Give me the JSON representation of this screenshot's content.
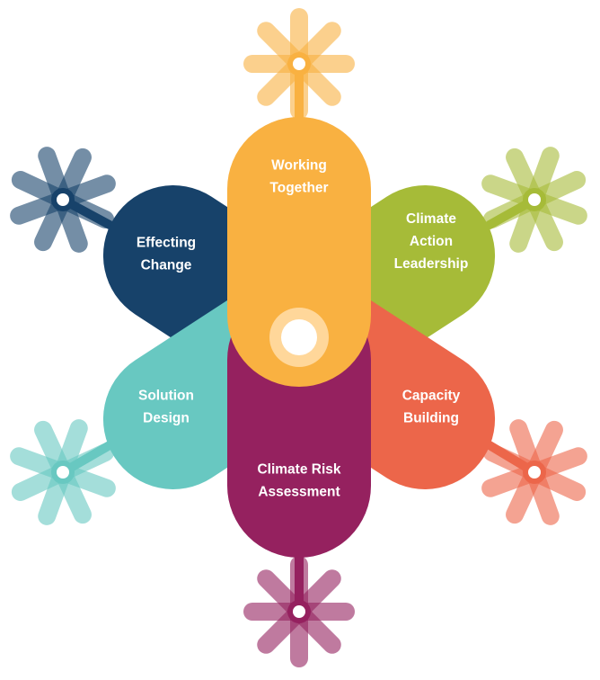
{
  "diagram": {
    "center_node_color": "#FFFFFF",
    "center_ring_color": "#FFD79A",
    "petals": [
      {
        "key": "working",
        "label_lines": [
          "Working",
          "Together"
        ],
        "color": "#F9B141",
        "icon": "asterisk-burst-icon"
      },
      {
        "key": "climate",
        "label_lines": [
          "Climate",
          "Action",
          "Leadership"
        ],
        "color": "#A6BB38",
        "icon": "asterisk-burst-icon"
      },
      {
        "key": "capacity",
        "label_lines": [
          "Capacity",
          "Building"
        ],
        "color": "#EC664A",
        "icon": "asterisk-burst-icon"
      },
      {
        "key": "risk",
        "label_lines": [
          "Climate Risk",
          "Assessment"
        ],
        "color": "#95215F",
        "icon": "asterisk-burst-icon"
      },
      {
        "key": "solution",
        "label_lines": [
          "Solution",
          "Design"
        ],
        "color": "#68C8C1",
        "icon": "asterisk-burst-icon"
      },
      {
        "key": "effecting",
        "label_lines": [
          "Effecting",
          "Change"
        ],
        "color": "#17426A",
        "icon": "asterisk-burst-icon"
      }
    ]
  }
}
